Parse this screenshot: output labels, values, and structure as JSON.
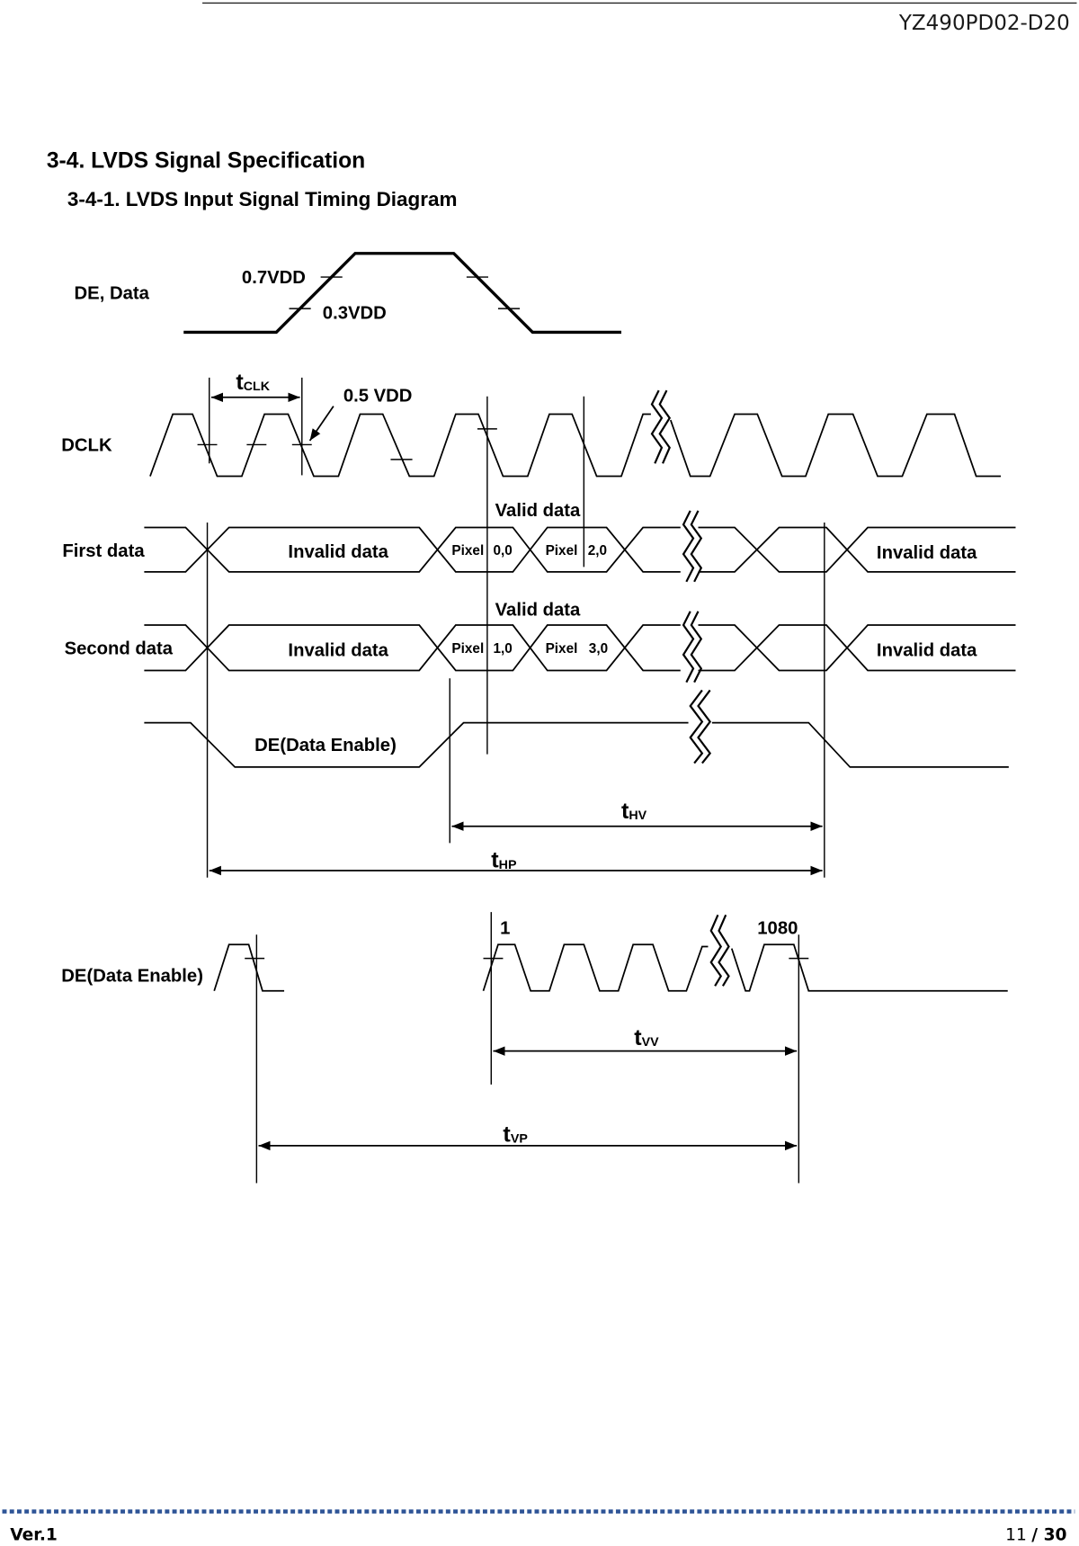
{
  "header": {
    "document_code": "YZ490PD02-D20"
  },
  "section": {
    "title": "3-4. LVDS Signal Specification",
    "subsection": "3-4-1. LVDS Input Signal Timing Diagram"
  },
  "timing_diagram": {
    "de_data": {
      "label": "DE, Data",
      "high_level": "0.7VDD",
      "low_level": "0.3VDD"
    },
    "dclk": {
      "label": "DCLK",
      "clock_period": {
        "symbol": "t",
        "subscript": "CLK"
      },
      "threshold": "0.5 VDD"
    },
    "first_data": {
      "label": "First data",
      "valid_label": "Valid data",
      "invalid_before": "Invalid data",
      "pixels": [
        {
          "word": "Pixel",
          "index": "0,0"
        },
        {
          "word": "Pixel",
          "index": "2,0"
        }
      ],
      "invalid_after": "Invalid data"
    },
    "second_data": {
      "label": "Second data",
      "valid_label": "Valid data",
      "invalid_before": "Invalid data",
      "pixels": [
        {
          "word": "Pixel",
          "index": "1,0"
        },
        {
          "word": "Pixel",
          "index": "3,0"
        }
      ],
      "invalid_after": "Invalid data"
    },
    "data_enable_line": {
      "label": "DE(Data Enable)",
      "h_valid": {
        "symbol": "t",
        "subscript": "HV"
      },
      "h_period": {
        "symbol": "t",
        "subscript": "HP"
      }
    },
    "data_enable_frame": {
      "label": "DE(Data Enable)",
      "first_line": "1",
      "last_line": "1080",
      "v_valid": {
        "symbol": "t",
        "subscript": "VV"
      },
      "v_period": {
        "symbol": "t",
        "subscript": "VP"
      }
    }
  },
  "footer": {
    "version": "Ver.1",
    "page": "11",
    "page_total": "/ 30"
  },
  "colors": {
    "ink": "#000000",
    "footer_rule": "#2F5597"
  }
}
